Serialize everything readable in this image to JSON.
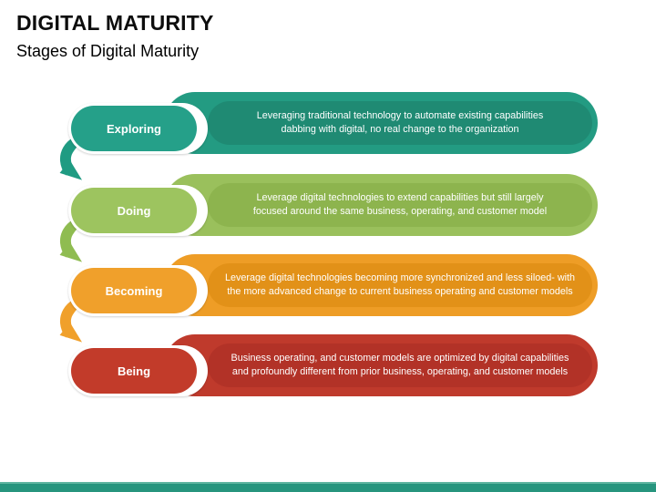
{
  "slide": {
    "title": "DIGITAL MATURITY",
    "subtitle": "Stages of Digital Maturity",
    "footer_bar_color": "#27957E"
  },
  "stages": [
    {
      "label": "Exploring",
      "desc_line1": "Leveraging traditional technology to automate existing capabilities",
      "desc_line2": "dabbing with digital, no real change to the organization",
      "colors": {
        "pill": "#25A089",
        "bar": "#239B82",
        "inner": "#1F8A73",
        "arrow": "#1F9B82"
      }
    },
    {
      "label": "Doing",
      "desc_line1": "Leverage digital technologies to extend capabilities but still largely",
      "desc_line2": "focused around the same business, operating, and customer model",
      "colors": {
        "pill": "#9DC45F",
        "bar": "#9AC05C",
        "inner": "#8DB44E",
        "arrow": "#8FBC51"
      }
    },
    {
      "label": "Becoming",
      "desc_line1": "Leverage digital technologies becoming more synchronized and less siloed- with",
      "desc_line2": "the more advanced change to current business operating and customer models",
      "colors": {
        "pill": "#F0A02B",
        "bar": "#EE9D26",
        "inner": "#E29118",
        "arrow": "#F0A02B"
      }
    },
    {
      "label": "Being",
      "desc_line1": "Business operating, and customer models are optimized by digital capabilities",
      "desc_line2": "and profoundly different from prior business, operating, and customer models",
      "colors": {
        "pill": "#C23B2A",
        "bar": "#BF3A2C",
        "inner": "#B23227",
        "arrow": "#C23B2A"
      }
    }
  ]
}
